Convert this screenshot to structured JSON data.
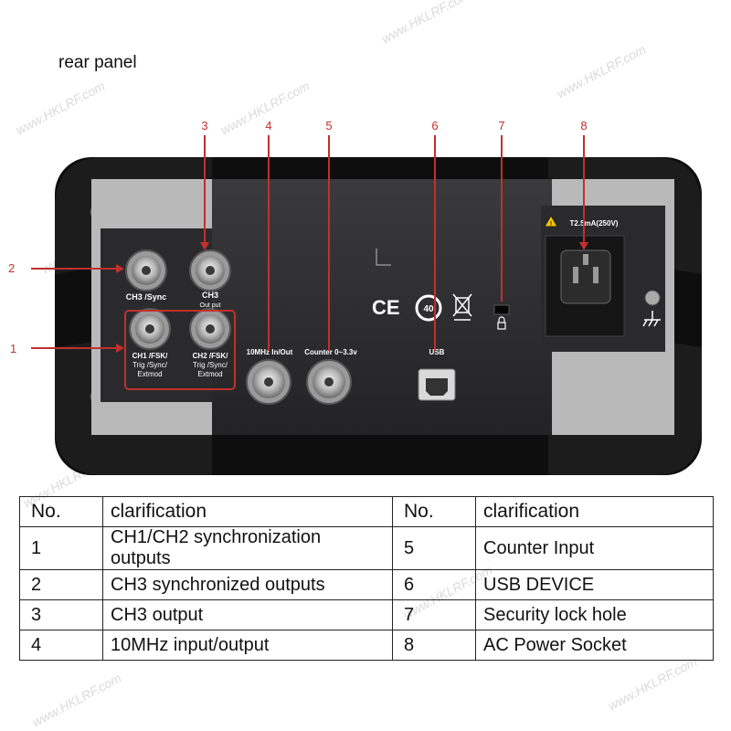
{
  "title": "rear panel",
  "watermark": "www.HKLRF.com",
  "callouts": [
    {
      "number": "1"
    },
    {
      "number": "2"
    },
    {
      "number": "3"
    },
    {
      "number": "4"
    },
    {
      "number": "5"
    },
    {
      "number": "6"
    },
    {
      "number": "7"
    },
    {
      "number": "8"
    }
  ],
  "panel_labels": {
    "ch3_sync": "CH3 /Sync",
    "ch3": "CH3",
    "out_put": "Out put",
    "ch1_l1": "CH1 /FSK/",
    "ch1_l2": "Trig /Sync/",
    "ch1_l3": "Extmod",
    "ch2_l1": "CH2 /FSK/",
    "ch2_l2": "Trig /Sync/",
    "ch2_l3": "Extmod",
    "tenmhz": "10MHz In/Out",
    "counter": "Counter 0~3.3v",
    "usb": "USB",
    "fuse": "T2.5mA(250V)",
    "ce": "CE",
    "years": "40"
  },
  "table": {
    "headers": [
      "No.",
      "clarification",
      "No.",
      "clarification"
    ],
    "rows": [
      [
        "1",
        "CH1/CH2 synchronization outputs",
        "5",
        "Counter Input"
      ],
      [
        "2",
        "CH3 synchronized outputs",
        "6",
        "USB DEVICE"
      ],
      [
        "3",
        "CH3 output",
        "7",
        "Security lock hole"
      ],
      [
        "4",
        "10MHz input/output",
        "8",
        "AC Power Socket"
      ]
    ]
  },
  "colors": {
    "callout": "#c0302e",
    "panel": "#2a2a2c",
    "body": "#101010"
  }
}
